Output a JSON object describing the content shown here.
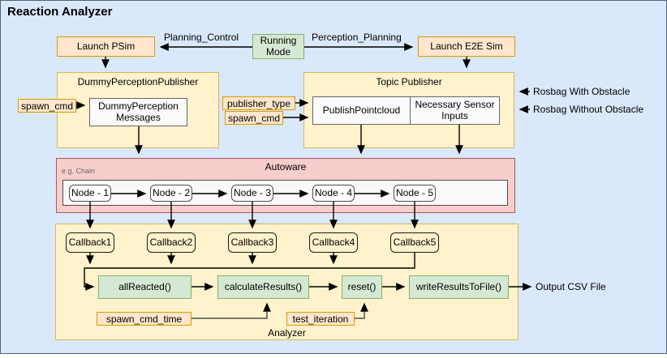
{
  "title": "Reaction Analyzer",
  "colors": {
    "background": "#dae8fc",
    "yellow_fill": "#fff2cc",
    "yellow_stroke": "#d6b656",
    "orange_fill": "#ffe6cc",
    "orange_stroke": "#d79b00",
    "green_fill": "#d5e8d4",
    "green_stroke": "#82b366",
    "pink_fill": "#f8cecc",
    "pink_stroke": "#b85450",
    "wire": "#000000"
  },
  "top": {
    "launch_psim": "Launch PSim",
    "running_mode": "Running Mode",
    "launch_e2e": "Launch E2E Sim",
    "planning_control": "Planning_Control",
    "perception_planning": "Perception_Planning"
  },
  "dummy_publisher": {
    "title": "DummyPerceptionPublisher",
    "inner": "DummyPerception Messages",
    "spawn_cmd": "spawn_cmd"
  },
  "topic_publisher": {
    "title": "Topic Publisher",
    "publish_pointcloud": "PublishPointcloud",
    "necessary_sensor": "Necessary Sensor Inputs",
    "publisher_type": "publisher_type",
    "spawn_cmd": "spawn_cmd",
    "rosbag_with": "Rosbag With Obstacle",
    "rosbag_without": "Rosbag Without Obstacle"
  },
  "autoware": {
    "title": "Autoware",
    "chain_note": "e.g. Chain",
    "nodes": [
      "Node - 1",
      "Node - 2",
      "Node - 3",
      "Node - 4",
      "Node - 5"
    ]
  },
  "analyzer": {
    "title": "Analyzer",
    "callbacks": [
      "Callback1",
      "Callback2",
      "Callback3",
      "Callback4",
      "Callback5"
    ],
    "functions": [
      "allReacted()",
      "calculateResults()",
      "reset()",
      "writeResultsToFile()"
    ],
    "spawn_cmd_time": "spawn_cmd_time",
    "test_iteration": "test_iteration"
  },
  "output": {
    "csv_label": "Output CSV File"
  }
}
